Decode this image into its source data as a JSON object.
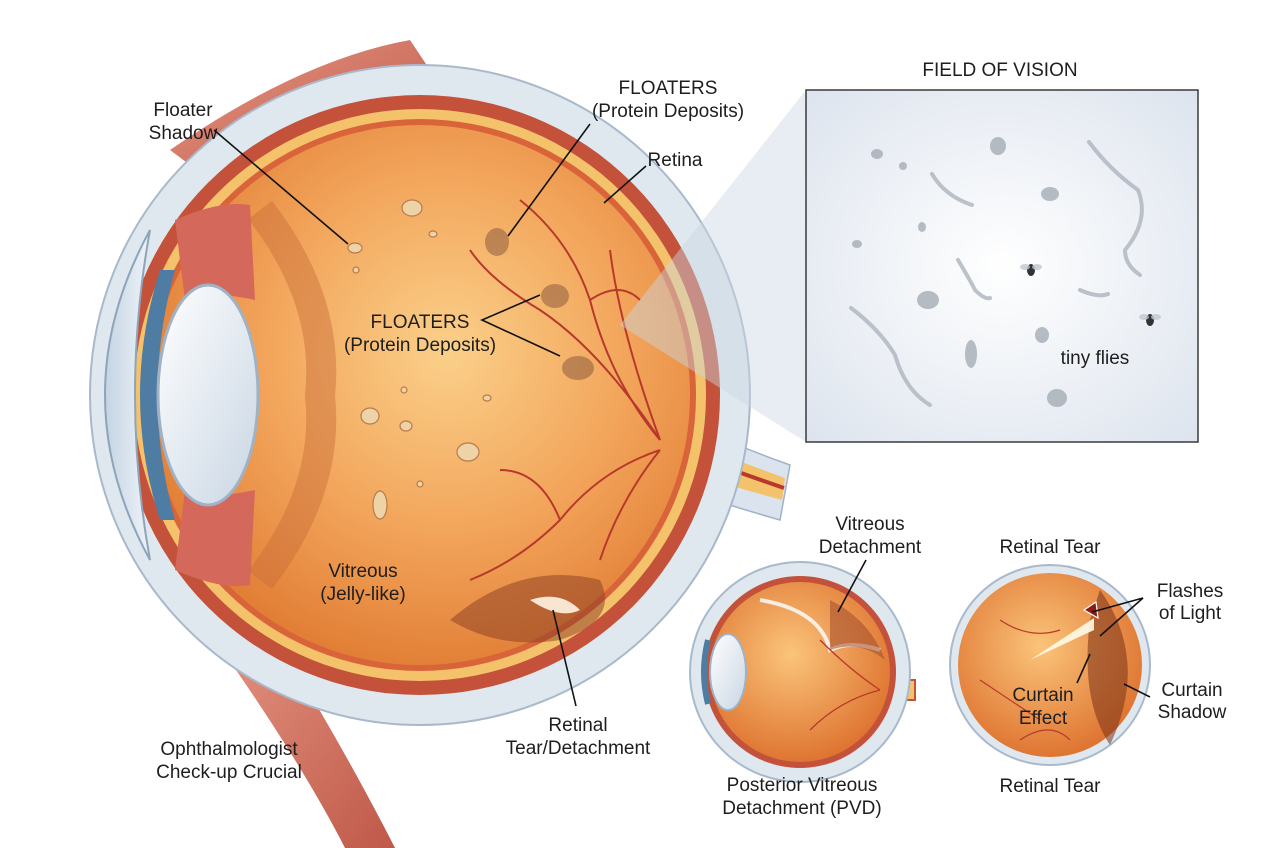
{
  "labels": {
    "floater_shadow": [
      "Floater",
      "Shadow"
    ],
    "floaters_top": [
      "FLOATERS",
      "(Protein Deposits)"
    ],
    "retina": "Retina",
    "floaters_mid": [
      "FLOATERS",
      "(Protein Deposits)"
    ],
    "vitreous": [
      "Vitreous",
      "(Jelly-like)"
    ],
    "retinal_tear_detachment": [
      "Retinal",
      "Tear/Detachment"
    ],
    "ophthalmologist": [
      "Ophthalmologist",
      "Check-up Crucial"
    ],
    "field_of_vision_title": "FIELD OF VISION",
    "tiny_flies": "tiny flies",
    "vitreous_detachment": [
      "Vitreous",
      "Detachment"
    ],
    "pvd_caption": [
      "Posterior Vitreous",
      "Detachment (PVD)"
    ],
    "retinal_tear_top": "Retinal Tear",
    "flashes_of_light": [
      "Flashes",
      "of Light"
    ],
    "curtain_effect": [
      "Curtain",
      "Effect"
    ],
    "curtain_shadow": [
      "Curtain",
      "Shadow"
    ],
    "retinal_tear_bottom": "Retinal Tear"
  },
  "colors": {
    "sclera": "#dfe7ef",
    "choroid": "#c4523a",
    "retina_band": "#f4c26a",
    "vitreous_fill": "#ee9a4c",
    "vessel": "#b8392c",
    "lens": "#eef4fa",
    "iris": "#4f7ca3",
    "muscle": "#c85a48"
  },
  "icons": {
    "fly": "fly-icon",
    "floater_blob": "floater-blob-icon"
  }
}
